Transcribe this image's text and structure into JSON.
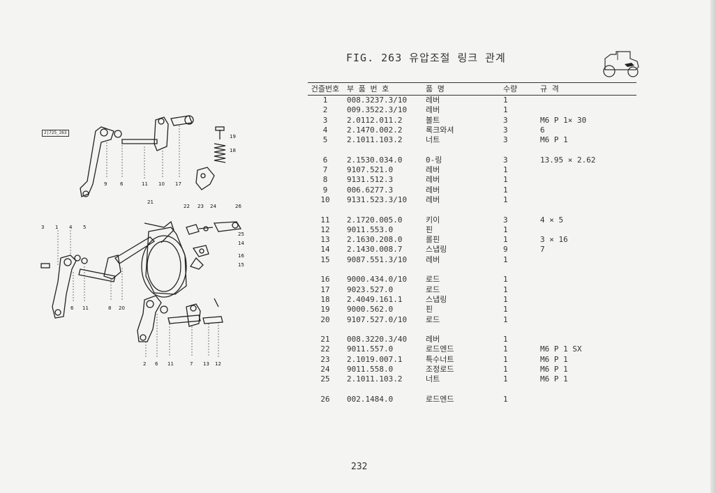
{
  "figure": {
    "title": "FIG. 263 유압조절 링크 관계",
    "tag": "2|725_263"
  },
  "table": {
    "headers": {
      "no": "건즐번호",
      "part": "부 품 번 호",
      "name": "품 명",
      "qty": "수량",
      "spec": "규 격"
    },
    "groups": [
      [
        {
          "no": "1",
          "part": "008.3237.3/10",
          "name": "레버",
          "qty": "1",
          "spec": ""
        },
        {
          "no": "2",
          "part": "009.3522.3/10",
          "name": "레버",
          "qty": "1",
          "spec": ""
        },
        {
          "no": "3",
          "part": "2.0112.011.2",
          "name": "볼트",
          "qty": "3",
          "spec": "M6 P 1× 30"
        },
        {
          "no": "4",
          "part": "2.1470.002.2",
          "name": "록크와셔",
          "qty": "3",
          "spec": "6"
        },
        {
          "no": "5",
          "part": "2.1011.103.2",
          "name": "너트",
          "qty": "3",
          "spec": "M6 P 1"
        }
      ],
      [
        {
          "no": "6",
          "part": "2.1530.034.0",
          "name": "0-링",
          "qty": "3",
          "spec": "13.95 × 2.62"
        },
        {
          "no": "7",
          "part": "9107.521.0",
          "name": "레버",
          "qty": "1",
          "spec": ""
        },
        {
          "no": "8",
          "part": "9131.512.3",
          "name": "레버",
          "qty": "1",
          "spec": ""
        },
        {
          "no": "9",
          "part": "006.6277.3",
          "name": "레버",
          "qty": "1",
          "spec": ""
        },
        {
          "no": "10",
          "part": "9131.523.3/10",
          "name": "레버",
          "qty": "1",
          "spec": ""
        }
      ],
      [
        {
          "no": "11",
          "part": "2.1720.005.0",
          "name": "키이",
          "qty": "3",
          "spec": "4 × 5"
        },
        {
          "no": "12",
          "part": "9011.553.0",
          "name": "핀",
          "qty": "1",
          "spec": ""
        },
        {
          "no": "13",
          "part": "2.1630.208.0",
          "name": "롤핀",
          "qty": "1",
          "spec": "3 × 16"
        },
        {
          "no": "14",
          "part": "2.1430.008.7",
          "name": "스냅링",
          "qty": "9",
          "spec": "7"
        },
        {
          "no": "15",
          "part": "9087.551.3/10",
          "name": "레버",
          "qty": "1",
          "spec": ""
        }
      ],
      [
        {
          "no": "16",
          "part": "9000.434.0/10",
          "name": "로드",
          "qty": "1",
          "spec": ""
        },
        {
          "no": "17",
          "part": "9023.527.0",
          "name": "로드",
          "qty": "1",
          "spec": ""
        },
        {
          "no": "18",
          "part": "2.4049.161.1",
          "name": "스냅링",
          "qty": "1",
          "spec": ""
        },
        {
          "no": "19",
          "part": "9000.562.0",
          "name": "핀",
          "qty": "1",
          "spec": ""
        },
        {
          "no": "20",
          "part": "9107.527.0/10",
          "name": "로드",
          "qty": "1",
          "spec": ""
        }
      ],
      [
        {
          "no": "21",
          "part": "008.3220.3/40",
          "name": "레버",
          "qty": "1",
          "spec": ""
        },
        {
          "no": "22",
          "part": "9011.557.0",
          "name": "로드엔드",
          "qty": "1",
          "spec": "M6 P 1 SX"
        },
        {
          "no": "23",
          "part": "2.1019.007.1",
          "name": "특수너트",
          "qty": "1",
          "spec": "M6 P 1"
        },
        {
          "no": "24",
          "part": "9011.558.0",
          "name": "조정로드",
          "qty": "1",
          "spec": "M6 P 1"
        },
        {
          "no": "25",
          "part": "2.1011.103.2",
          "name": "너트",
          "qty": "1",
          "spec": "M6 P 1"
        }
      ],
      [
        {
          "no": "26",
          "part": "002.1484.0",
          "name": "로드엔드",
          "qty": "1",
          "spec": ""
        }
      ]
    ]
  },
  "callouts": [
    "9",
    "6",
    "11",
    "10",
    "17",
    "19",
    "18",
    "21",
    "22",
    "23",
    "24",
    "26",
    "3",
    "1",
    "4",
    "5",
    "25",
    "14",
    "16",
    "15",
    "6",
    "11",
    "8",
    "20",
    "2",
    "6",
    "11",
    "7",
    "13",
    "12"
  ],
  "page_number": "232"
}
